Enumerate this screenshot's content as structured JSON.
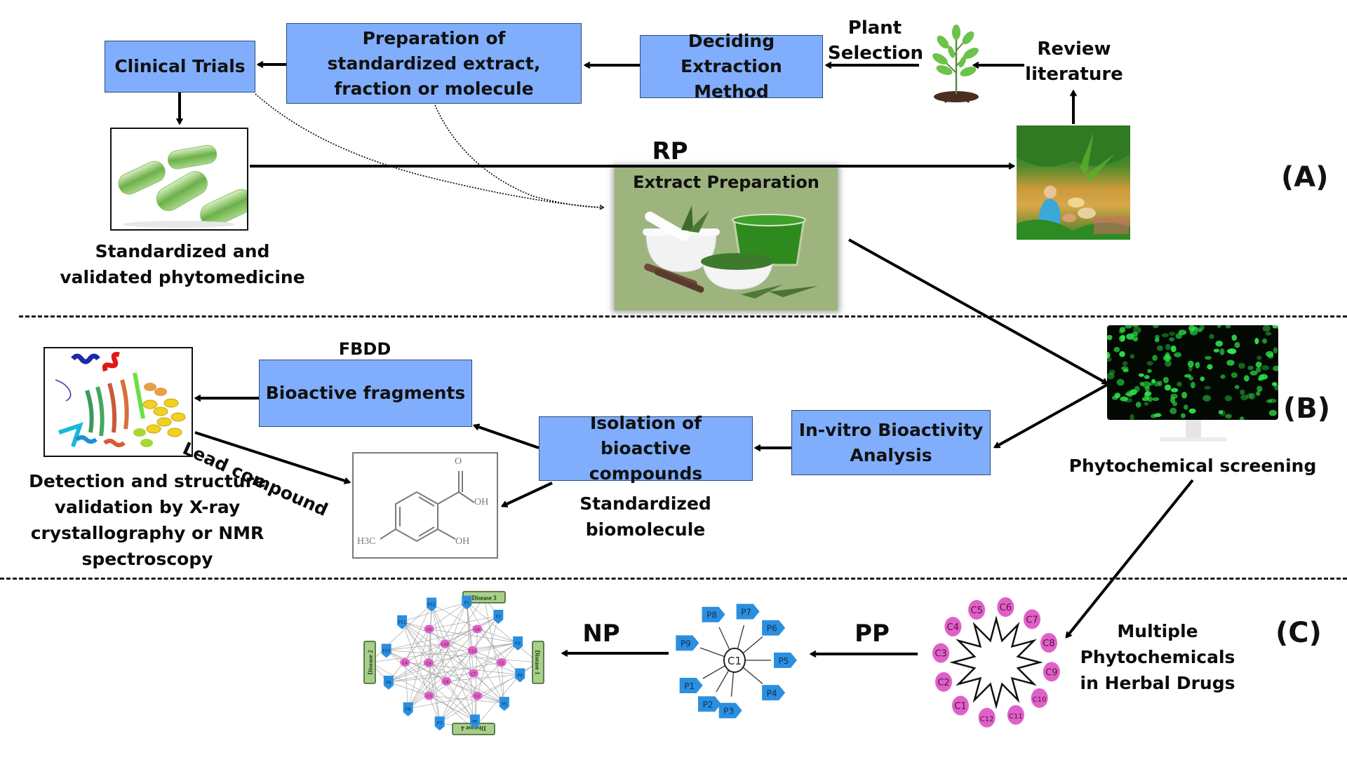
{
  "sections": {
    "a_label": "(A)",
    "b_label": "(B)",
    "c_label": "(C)"
  },
  "section_a": {
    "clinical_trials": "Clinical Trials",
    "preparation": "Preparation of standardized extract, fraction or molecule",
    "deciding": "Deciding Extraction Method",
    "plant_selection_line1": "Plant",
    "plant_selection_line2": "Selection",
    "review_line1": "Review",
    "review_line2": "literature",
    "rp": "RP",
    "extract_preparation": "Extract Preparation",
    "phytomedicine_line1": "Standardized and",
    "phytomedicine_line2": "validated phytomedicine"
  },
  "section_b": {
    "fbdd": "FBDD",
    "bioactive_fragments": "Bioactive fragments",
    "isolation": "Isolation of bioactive compounds",
    "invitro": "In-vitro Bioactivity Analysis",
    "phytochemical_screening": "Phytochemical screening",
    "lead_compound": "Lead compound",
    "standardized_line1": "Standardized",
    "standardized_line2": "biomolecule",
    "detection_lines": [
      "Detection and structure",
      "validation by X-ray",
      "crystallography or NMR",
      "spectroscopy"
    ],
    "molecule_labels": {
      "o": "O",
      "oh_top": "OH",
      "oh_bottom": "OH",
      "methyl": "H3C"
    }
  },
  "section_c": {
    "np": "NP",
    "pp": "PP",
    "multiple_line1": "Multiple",
    "multiple_line2": "Phytochemicals",
    "multiple_line3": "in Herbal Drugs",
    "compounds": [
      "C1",
      "C2",
      "C3",
      "C4",
      "C5",
      "C6",
      "C7",
      "C8",
      "C9",
      "C10",
      "C11",
      "C12"
    ],
    "targets": [
      "P1",
      "P2",
      "P3",
      "P4",
      "P5",
      "P6",
      "P7",
      "P8",
      "P9"
    ],
    "center_compound": "C1",
    "network_diseases": [
      "Disease 1",
      "Disease 2",
      "Disease 3",
      "Disease 4"
    ],
    "network_proteins": [
      "P1",
      "P2",
      "P3",
      "P4",
      "P5",
      "P6",
      "P7",
      "P8",
      "P9",
      "P10",
      "P11",
      "P12"
    ],
    "network_compounds": [
      "C1",
      "C2",
      "C3",
      "C4",
      "C5",
      "C6",
      "C7",
      "C8",
      "C9",
      "C10",
      "C11"
    ]
  },
  "colors": {
    "box_fill": "#80aefc",
    "box_border": "#2f4a7a",
    "compound_node": "#e060c8",
    "protein_node": "#2b8fe0",
    "disease_node": "#a8d08a",
    "cell_green": "#2ee84a"
  }
}
